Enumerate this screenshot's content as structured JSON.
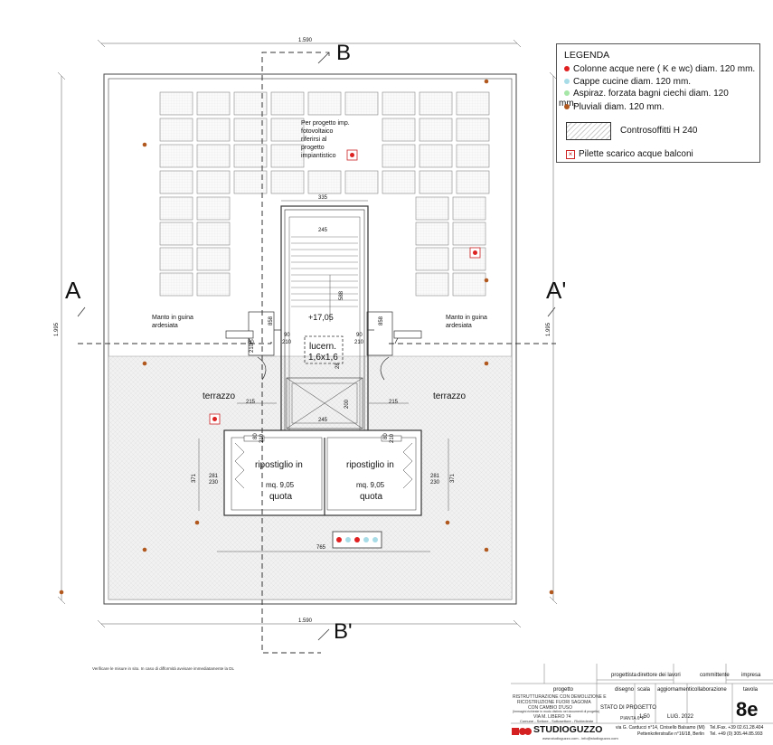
{
  "labels": {
    "section_b_top": "B",
    "section_b_bottom": "B'",
    "section_a_left": "A",
    "section_a_right": "A'",
    "dim_top": "1.590",
    "dim_bottom": "1.590",
    "dim_left": "1.995",
    "dim_right": "1.995",
    "dim_335": "335",
    "dim_245_top": "245",
    "dim_245_bottom": "245",
    "dim_588": "588",
    "dim_858_left": "858",
    "dim_858_right": "858",
    "dim_90_left": "90",
    "dim_210_left": "210",
    "dim_90_right": "90",
    "dim_210_right": "210",
    "dim_28": "28",
    "dim_200": "200",
    "dim_215_left": "215",
    "dim_215_right": "215",
    "dim_371_left": "371",
    "dim_371_right": "371",
    "dim_281_left": "281",
    "dim_230_left": "230",
    "dim_281_right": "281",
    "dim_230_right": "230",
    "dim_765": "765",
    "dim_80_a": "80",
    "dim_210_a": "210",
    "dim_80_b": "80",
    "dim_210_b": "210",
    "dim_80_c": "80",
    "dim_210_c": "210",
    "elevation": "+17,05",
    "lucern_1": "lucern.",
    "lucern_2": "1,6x1,6",
    "pv_note_1": "Per progetto imp.",
    "pv_note_2": "fotovoltaico",
    "pv_note_3": "riferirsi al",
    "pv_note_4": "progetto",
    "pv_note_5": "impiantistico",
    "manto_left_1": "Manto in guina",
    "manto_left_2": "ardesiata",
    "manto_right_1": "Manto in guina",
    "manto_right_2": "ardesiata",
    "terrazzo_left": "terrazzo",
    "terrazzo_right": "terrazzo",
    "rip_left_1": "ripostiglio in",
    "rip_left_2": "mq. 9,05",
    "rip_left_3": "quota",
    "rip_right_1": "ripostiglio in",
    "rip_right_2": "mq. 9,05",
    "rip_right_3": "quota",
    "footnote": "Verificare le misure in sito. In caso di difformità avvisare immediatamente la DL"
  },
  "legend": {
    "title": "LEGENDA",
    "item1": "Colonne acque nere ( K e wc) diam. 120 mm.",
    "item2": "Cappe cucine diam. 120 mm.",
    "item3": "Aspiraz. forzata bagni ciechi diam. 120",
    "item3b": "mm.",
    "item4": "Pluviali diam. 120 mm.",
    "item5": "Controsoffitti H 240",
    "item6": "Pilette scarico acque balconi",
    "color_black_water": "#e02020",
    "color_kitchen": "#a8dde8",
    "color_bath": "#a6e6a6",
    "color_rain": "#b0581e"
  },
  "title_block": {
    "h_progettista": "progettista",
    "h_direttore": "direttore dei lavori",
    "h_committente": "committente",
    "h_impresa": "impresa",
    "l_progetto": "progetto",
    "progetto_text_1": "RISTRUTTURAZIONE CON DEMOLIZIONE E",
    "progetto_text_2": "RICOSTRUZIONE FUORI SAGOMA",
    "progetto_text_3": "CON CAMBIO D'USO",
    "progetto_text_4": "(Immagini richieste in modo distinto nei documenti di progetto)",
    "progetto_text_5": "VIA M. LIBERO 74",
    "progetto_text_6": "Comune - Settore - Sottosettore - Richiedente",
    "l_disegno": "disegno",
    "disegno": "STATO DI PROGETTO",
    "disegno_sub": "PIANTA 6°P",
    "l_scala": "scala",
    "scala": "1:50",
    "l_aggiornamenti": "aggiornamenti",
    "aggiornamenti": "LUG. 2022",
    "l_collaborazione": "collaborazione",
    "l_tavola": "tavola",
    "tavola": "8e",
    "studio": "STUDIOGUZZO",
    "studio_sub": "www.studioguzzo.com - info@studioguzzo.com",
    "addr1": "via G. Carducci n°14, Cinisello Balsamo (MI)",
    "addr2": "Pettenkoferstraße n°16/18, Berlin",
    "tel1": "Tel./Fax. +39 02.61.28.404",
    "tel2": "Tel. +49 (0) 305.44.85.993"
  }
}
